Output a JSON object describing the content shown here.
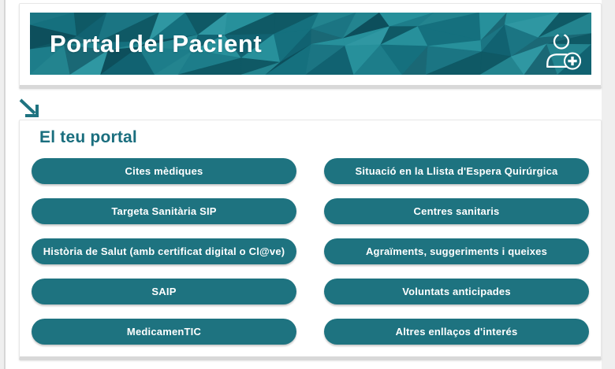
{
  "banner": {
    "title": "Portal del Pacient",
    "icon": "patient-add-icon",
    "palette": [
      "#0d4f5c",
      "#116271",
      "#15707e",
      "#1d7d8a",
      "#27909b",
      "#1a6875",
      "#0f5965",
      "#2f97a2",
      "#23848f",
      "#1b7583"
    ]
  },
  "portal": {
    "heading": "El teu portal",
    "buttons_left": [
      "Cites mèdiques",
      "Targeta Sanitària SIP",
      "Història de Salut (amb certificat digital o Cl@ve)",
      "SAIP",
      "MedicamenTIC"
    ],
    "buttons_right": [
      "Situació en la Llista d'Espera Quirúrgica",
      "Centres sanitaris",
      "Agraïments, suggeriments i queixes",
      "Voluntats anticipades",
      "Altres enllaços d'interés"
    ]
  },
  "colors": {
    "accent": "#1e7380",
    "heading": "#1a6e7e",
    "banner_base": "#1d7d8a",
    "page_background": "#efefef",
    "card_background": "#ffffff",
    "card_border": "#e7e7e7",
    "card_bottom_border": "#d8d8d8",
    "button_text": "#ffffff"
  }
}
